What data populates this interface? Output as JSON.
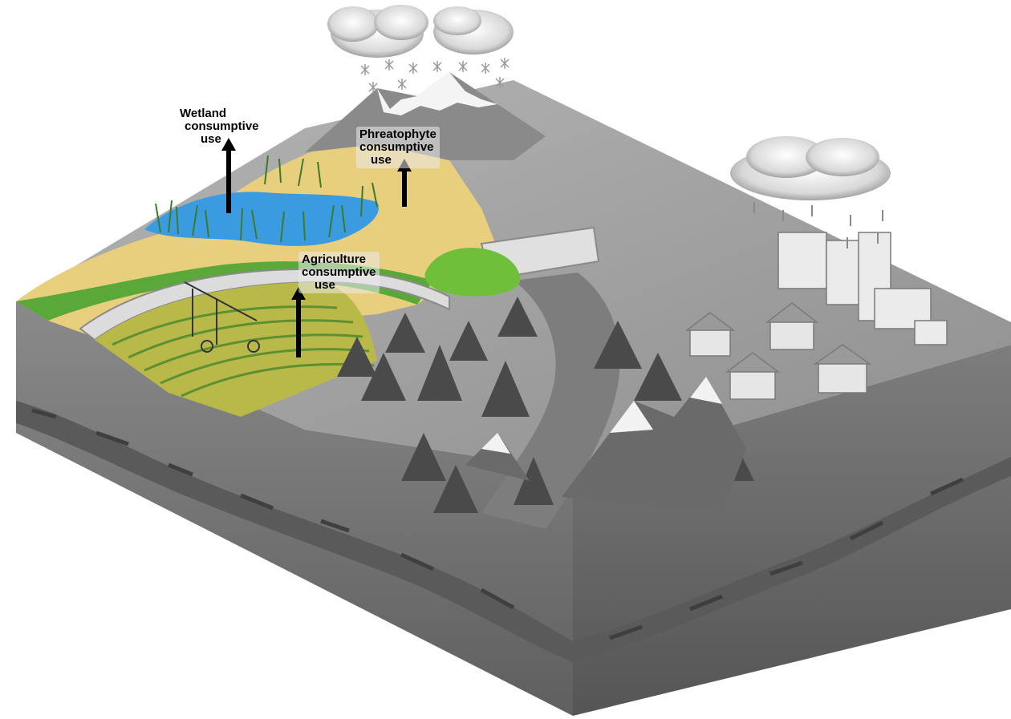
{
  "labels": {
    "wetland": [
      "Wetland",
      "consumptive",
      "use"
    ],
    "phreatophyte": [
      "Phreatophyte",
      "consumptive",
      "use"
    ],
    "agriculture": [
      "Agriculture",
      "consumptive",
      "use"
    ]
  },
  "icons": {
    "arrows": "up-arrow-icon",
    "clouds": "cloud-icon",
    "snow": "snowflake-icon",
    "rain": "raindrop-icon"
  },
  "colors": {
    "arrow": "#000000",
    "wetland_water": "#3a9be0",
    "sand": "#e8cf7e",
    "grass": "#5aa83a",
    "crop": "#b9b94a",
    "terrain": "#9a9a9a",
    "soil_top": "#888888",
    "soil_side": "#6e6e6e"
  }
}
